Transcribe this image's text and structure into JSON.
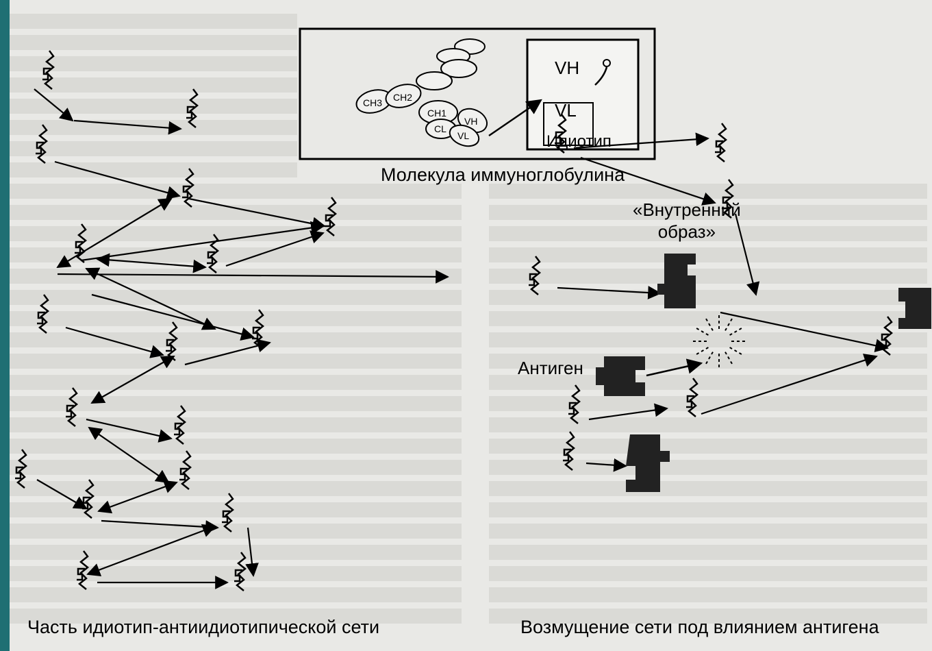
{
  "labels": {
    "idiotype_box_vh": "VH",
    "idiotype_box_vl": "VL",
    "idiotype": "Идиотип",
    "molecule": "Молекула иммуноглобулина",
    "internal_image": "«Внутренний\nобраз»",
    "antigen": "Антиген",
    "left_caption": "Часть идиотип-антиидиотипической сети",
    "right_caption": "Возмущение сети под влиянием антигена"
  },
  "domains": {
    "ch3": "CH3",
    "ch2": "CH2",
    "ch1": "CH1",
    "cl": "CL",
    "vh": "VH",
    "vl": "VL"
  },
  "colors": {
    "page": "#e9e9e6",
    "ink": "#000000",
    "frame": "#1f6f73",
    "block": "#222222"
  }
}
